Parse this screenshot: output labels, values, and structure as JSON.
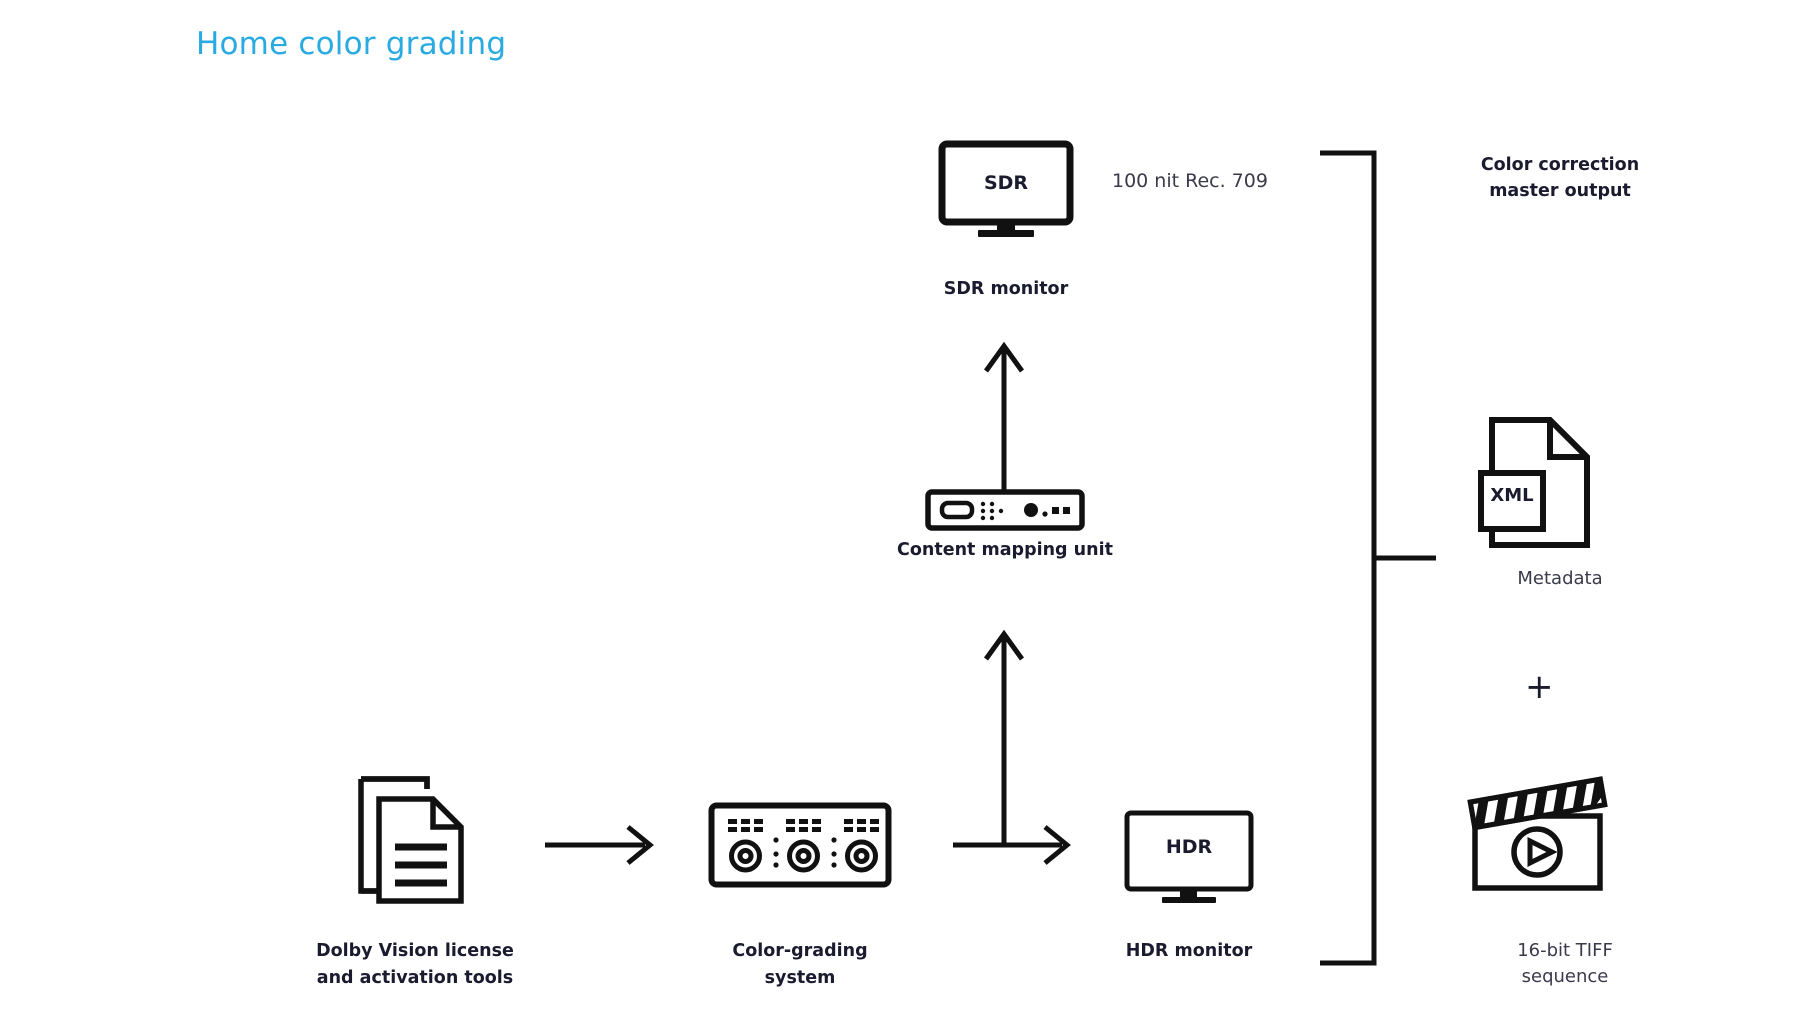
{
  "title": "Home color grading",
  "theme": {
    "title_color": "#29abe2",
    "stroke_color": "#111111",
    "label_color": "#1b1b2f",
    "background": "#ffffff"
  },
  "annotations": {
    "sdr_spec": "100 nit Rec. 709",
    "master_output": "Color correction\nmaster output",
    "plus": "+"
  },
  "nodes": {
    "license": {
      "icon": "documents-icon",
      "label": "Dolby Vision license\nand activation tools"
    },
    "grading_system": {
      "icon": "color-grading-panel-icon",
      "label": "Color-grading\nsystem"
    },
    "cmu": {
      "icon": "content-mapping-unit-icon",
      "label": "Content mapping unit"
    },
    "sdr_monitor": {
      "icon": "monitor-icon",
      "screen_text": "SDR",
      "label": "SDR monitor"
    },
    "hdr_monitor": {
      "icon": "monitor-icon",
      "screen_text": "HDR",
      "label": "HDR monitor"
    },
    "metadata": {
      "icon": "xml-file-icon",
      "badge_text": "XML",
      "label": "Metadata"
    },
    "tiff": {
      "icon": "clapperboard-icon",
      "label": "16-bit TIFF\nsequence"
    }
  }
}
